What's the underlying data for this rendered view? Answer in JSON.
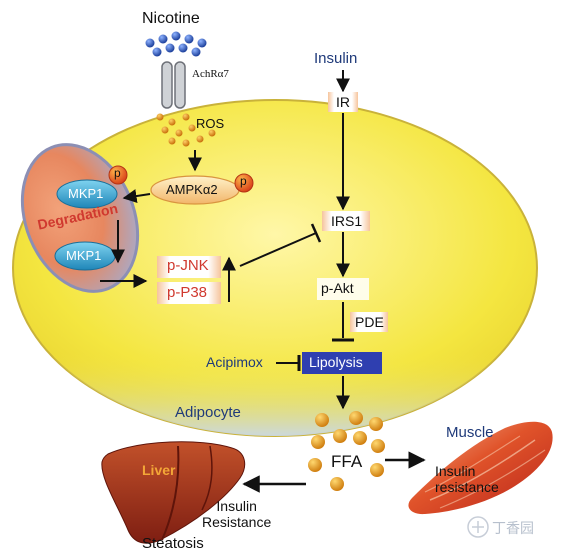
{
  "labels": {
    "nicotine": "Nicotine",
    "achr": "AchRα7",
    "ros": "ROS",
    "insulin": "Insulin",
    "ir": "IR",
    "ampk": "AMPKα2",
    "phospho": "p",
    "mkp1_top": "MKP1",
    "mkp1_bottom": "MKP1",
    "degradation": "Degradation",
    "irs1": "IRS1",
    "pjnk": "p-JNK",
    "pp38": "p-P38",
    "pakt": "p-Akt",
    "pde": "PDE",
    "acipimox": "Acipimox",
    "lipolysis": "Lipolysis",
    "adipocyte": "Adipocyte",
    "ffa": "FFA",
    "muscle": "Muscle",
    "muscle_outcome": "Insulin\nresistance",
    "liver": "Liver",
    "liver_outcome": "Insulin\nResistance",
    "steatosis": "Steatosis",
    "watermark": "丁香园"
  },
  "colors": {
    "cell_fill": "#f6e84a",
    "cell_border": "#c9b23a",
    "navy": "#1f3a7a",
    "red_text": "#d0392f",
    "orange_ball": "#e9a21f",
    "lipolysis_bg": "#2f3fb0"
  }
}
